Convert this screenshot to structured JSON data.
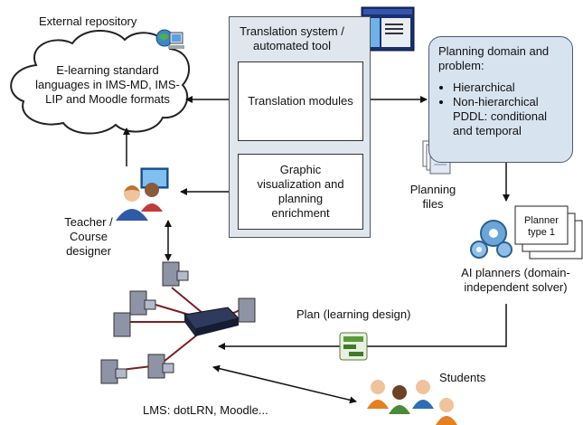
{
  "external_repository": {
    "title": "External repository",
    "cloud_text": "E-learning standard languages in IMS-MD, IMS-LIP and Moodle formats"
  },
  "translation_system": {
    "title": "Translation system / automated tool",
    "modules_label": "Translation modules",
    "graphic_label": "Graphic visualization and planning enrichment"
  },
  "planning_domain": {
    "title": "Planning domain and problem:",
    "items": [
      "Hierarchical",
      "Non-hierarchical PDDL: conditional and temporal"
    ]
  },
  "planning_files": {
    "label": "Planning files"
  },
  "planner": {
    "card_label": "Planner type 1",
    "caption": "AI planners (domain-independent solver)"
  },
  "teacher": {
    "label": "Teacher / Course designer"
  },
  "plan": {
    "label": "Plan (learning design)"
  },
  "students": {
    "label": "Students"
  },
  "lms": {
    "label": "LMS: dotLRN, Moodle..."
  }
}
